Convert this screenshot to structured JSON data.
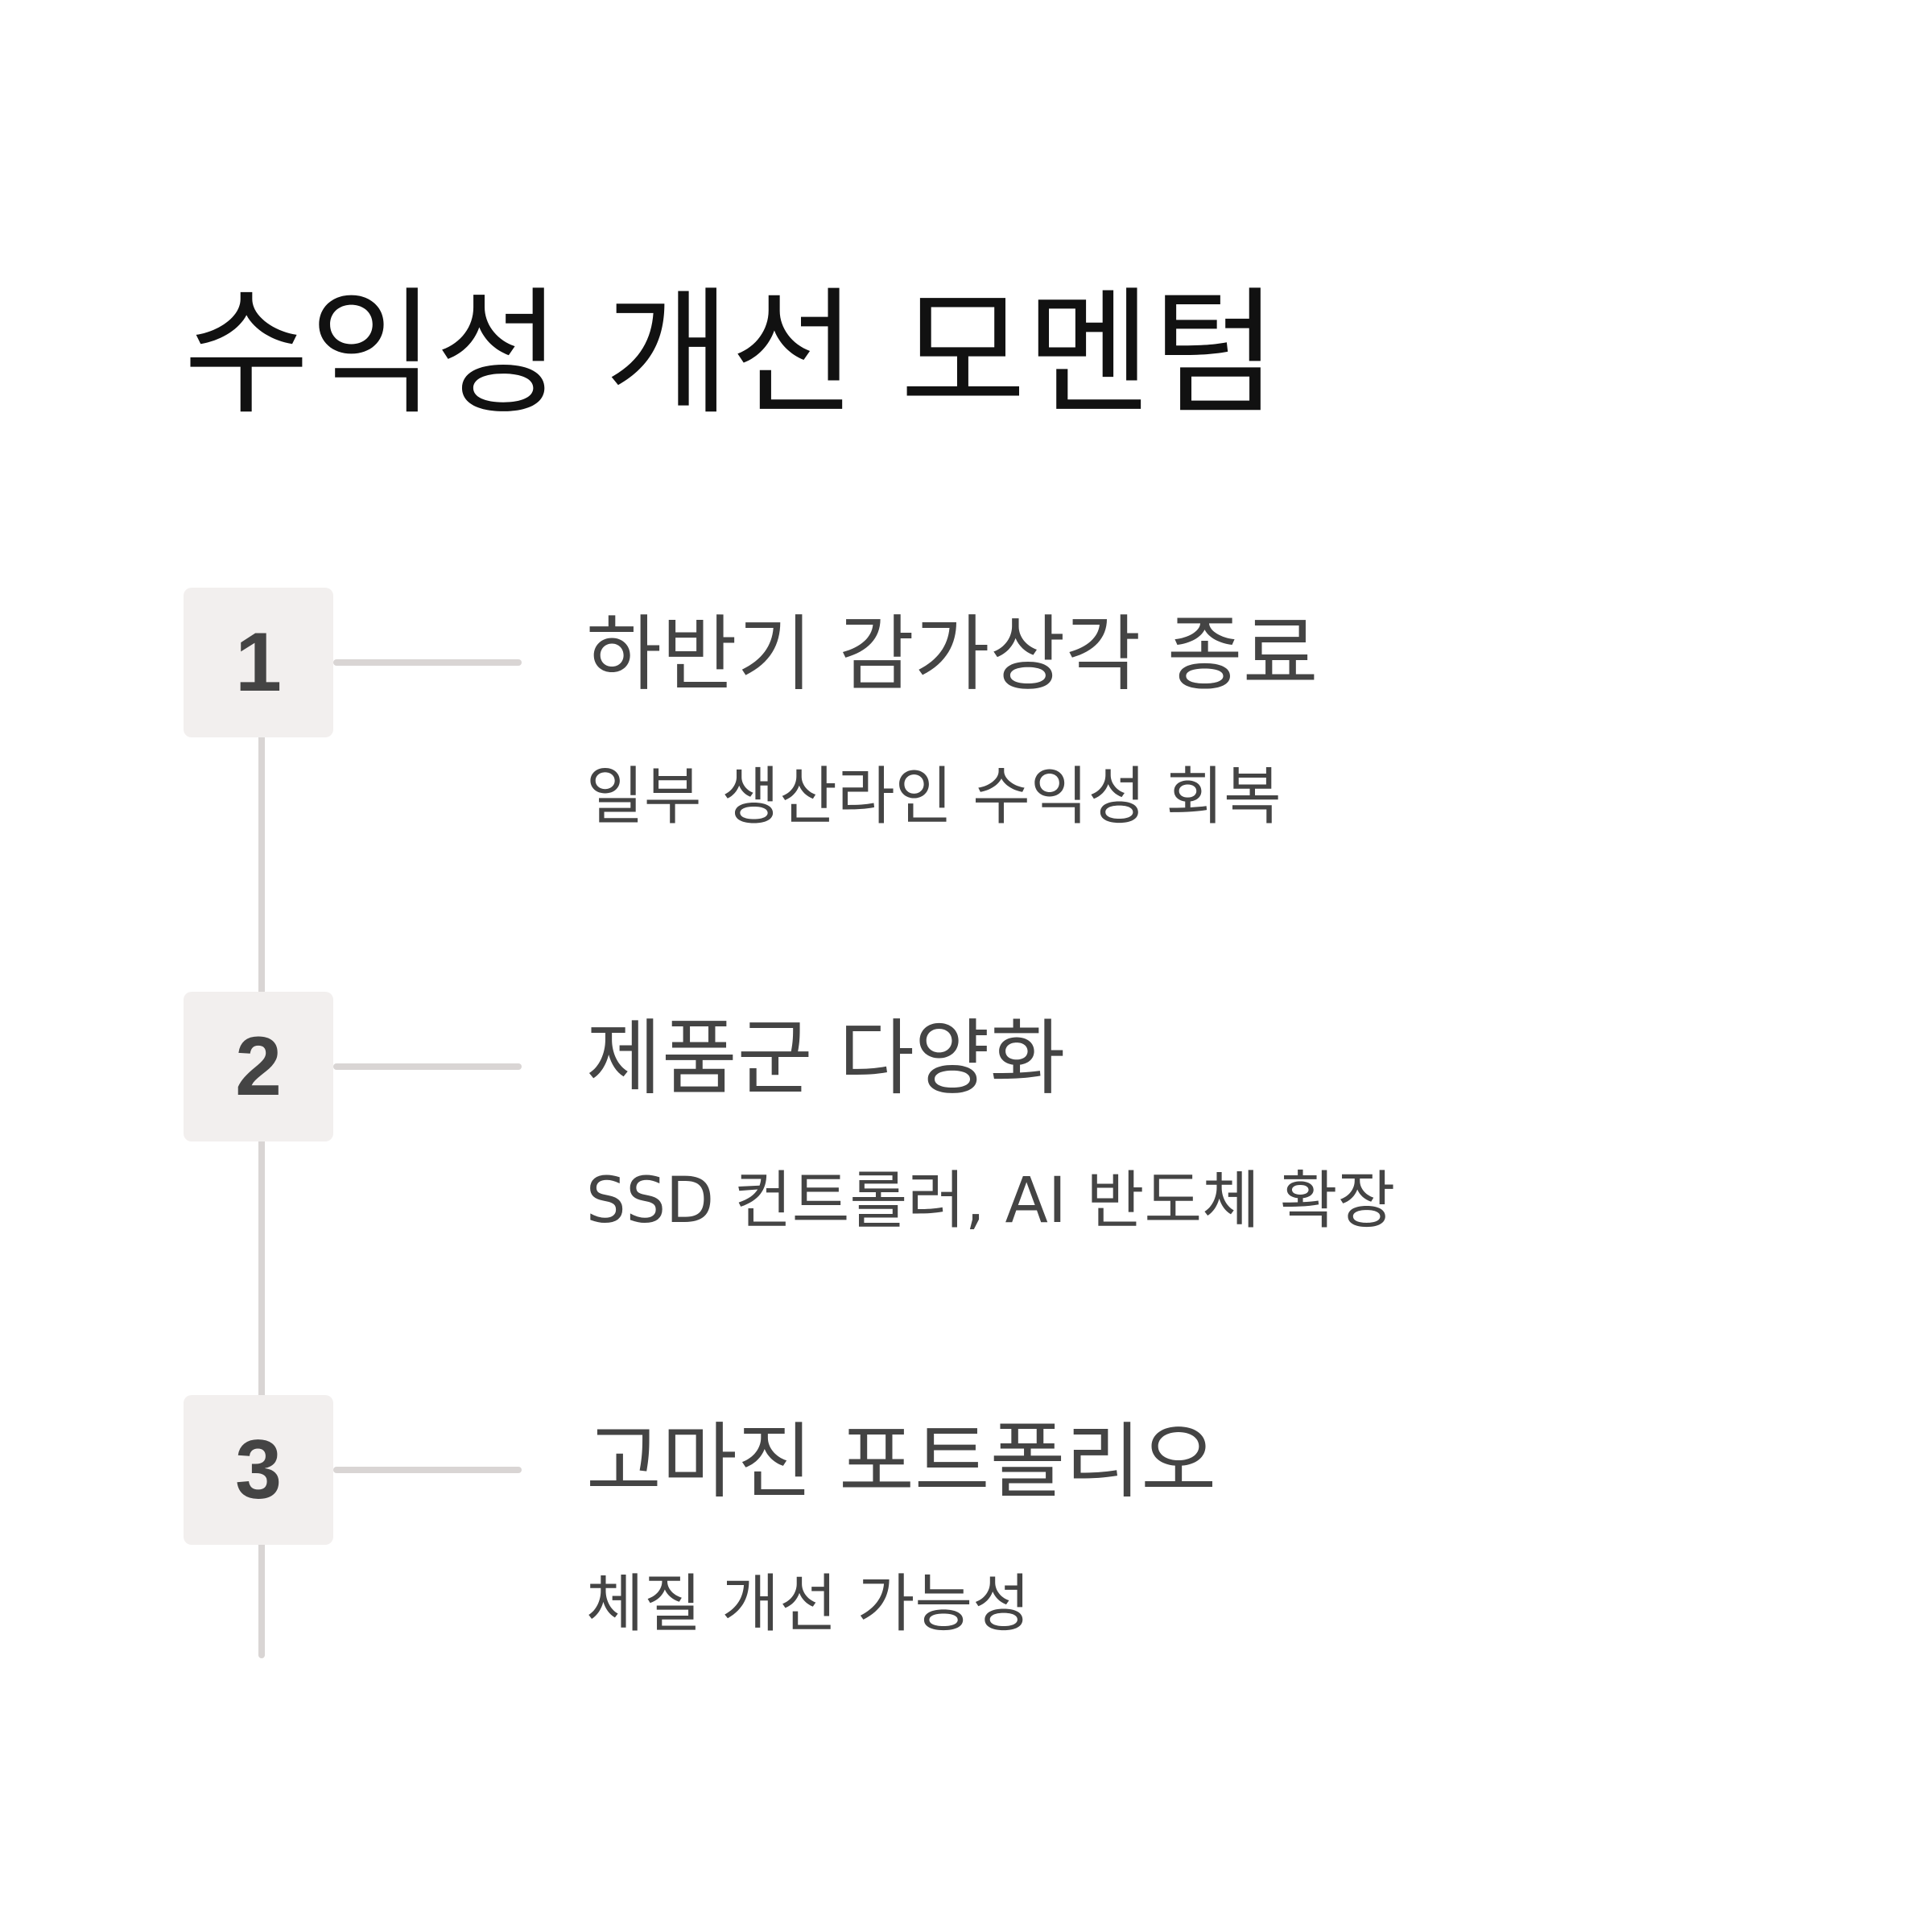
{
  "title": "수익성 개선 모멘텀",
  "steps": [
    {
      "number": "1",
      "title": "하반기 감가상각 종료",
      "description": "일부 생산라인 수익성 회복"
    },
    {
      "number": "2",
      "title": "제품군 다양화",
      "description": "SSD 컨트롤러, AI 반도체 확장"
    },
    {
      "number": "3",
      "title": "고마진 포트폴리오",
      "description": "체질 개선 가능성"
    }
  ],
  "colors": {
    "background": "#ffffff",
    "title_text": "#111111",
    "body_text": "#444444",
    "badge_fill": "#f2efee",
    "line": "#d9d5d4"
  }
}
